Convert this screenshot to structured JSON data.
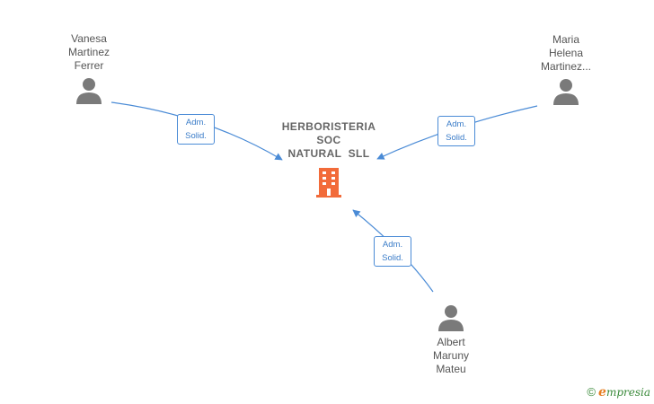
{
  "company": {
    "name_lines": [
      "HERBORISTERIA",
      "SOC",
      "NATURAL  SLL"
    ],
    "icon": "building-icon",
    "icon_color": "#f26b3a"
  },
  "people": [
    {
      "name_lines": [
        "Vanesa",
        "Martinez",
        "Ferrer"
      ],
      "icon": "person-icon"
    },
    {
      "name_lines": [
        "Maria",
        "Helena",
        "Martinez..."
      ],
      "icon": "person-icon"
    },
    {
      "name_lines": [
        "Albert",
        "Maruny",
        "Mateu"
      ],
      "icon": "person-icon"
    }
  ],
  "relations": [
    {
      "from_person": 0,
      "label_lines": [
        "Adm.",
        "Solid."
      ]
    },
    {
      "from_person": 1,
      "label_lines": [
        "Adm.",
        "Solid."
      ]
    },
    {
      "from_person": 2,
      "label_lines": [
        "Adm.",
        "Solid."
      ]
    }
  ],
  "colors": {
    "link": "#4a8bd6",
    "person_icon": "#7a7a7a",
    "text": "#555555"
  },
  "brand": {
    "copyright": "©",
    "initial": "e",
    "rest": "mpresia"
  }
}
